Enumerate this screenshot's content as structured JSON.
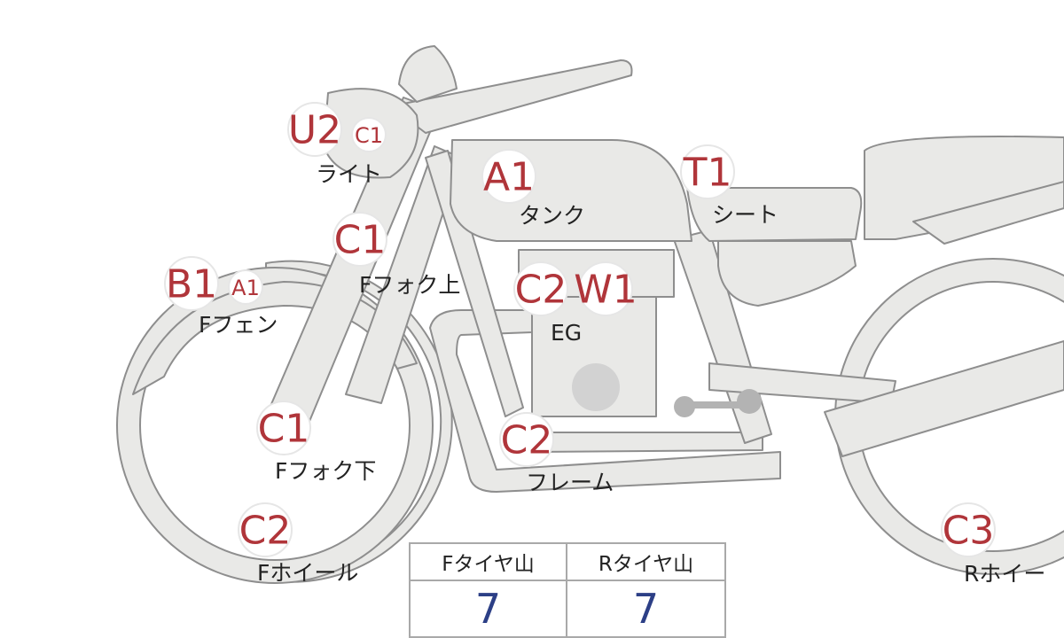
{
  "colors": {
    "grade_text": "#b0353a",
    "value_text": "#2c3f86",
    "bike_fill": "#e9e9e7",
    "bike_stroke": "#8e8e8e"
  },
  "parts": [
    {
      "id": "light",
      "label": "ライト",
      "grades": [
        "U2",
        "C1"
      ]
    },
    {
      "id": "tank",
      "label": "タンク",
      "grades": [
        "A1"
      ]
    },
    {
      "id": "seat",
      "label": "シート",
      "grades": [
        "T1"
      ]
    },
    {
      "id": "fork_upper",
      "label": "Fフォク上",
      "grades": [
        "C1"
      ]
    },
    {
      "id": "front_fender",
      "label": "Fフェン",
      "grades": [
        "B1",
        "A1"
      ]
    },
    {
      "id": "engine",
      "label": "EG",
      "grades": [
        "C2",
        "W1"
      ]
    },
    {
      "id": "fork_lower",
      "label": "Fフォク下",
      "grades": [
        "C1"
      ]
    },
    {
      "id": "frame",
      "label": "フレーム",
      "grades": [
        "C2"
      ]
    },
    {
      "id": "front_wheel",
      "label": "Fホイール",
      "grades": [
        "C2"
      ]
    },
    {
      "id": "rear_wheel",
      "label": "Rホイー",
      "grades": [
        "C3"
      ]
    }
  ],
  "tire_tread": {
    "front_label": "Fタイヤ山",
    "front_value": "7",
    "rear_label": "Rタイヤ山",
    "rear_value": "7"
  }
}
